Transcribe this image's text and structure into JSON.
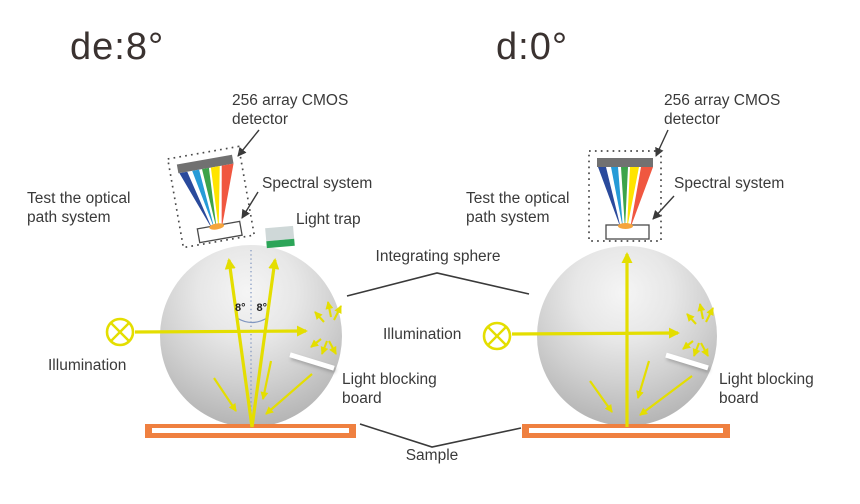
{
  "colors": {
    "beam": "#e4de00",
    "orange": "#ef8040",
    "detgray": "#717171",
    "trapsilver": "#cfd8d8",
    "trapgreen": "#2ca558",
    "specblue": "#2a4a9c",
    "speccyan": "#269bd7",
    "specgreen": "#3ca34a",
    "specyellow": "#ffe400",
    "specred": "#f05740",
    "text": "#3a3a3a",
    "title": "#3a3230",
    "angleblue": "#8096c0",
    "line": "#3a3a3a"
  },
  "left_diagram": {
    "title": "de:8°",
    "detector_label": "256 array CMOS detector",
    "optical_path_label": "Test the optical path system",
    "spectral_label": "Spectral system",
    "light_trap_label": "Light trap",
    "illumination_label": "Illumination",
    "light_blocking_label": "Light blocking board",
    "angle_left": "8°",
    "angle_right": "8°"
  },
  "right_diagram": {
    "title": "d:0°",
    "detector_label": "256 array CMOS detector",
    "optical_path_label": "Test the optical path system",
    "spectral_label": "Spectral system",
    "illumination_label": "Illumination",
    "light_blocking_label": "Light blocking board"
  },
  "shared_labels": {
    "integrating_sphere": "Integrating sphere",
    "sample": "Sample"
  }
}
